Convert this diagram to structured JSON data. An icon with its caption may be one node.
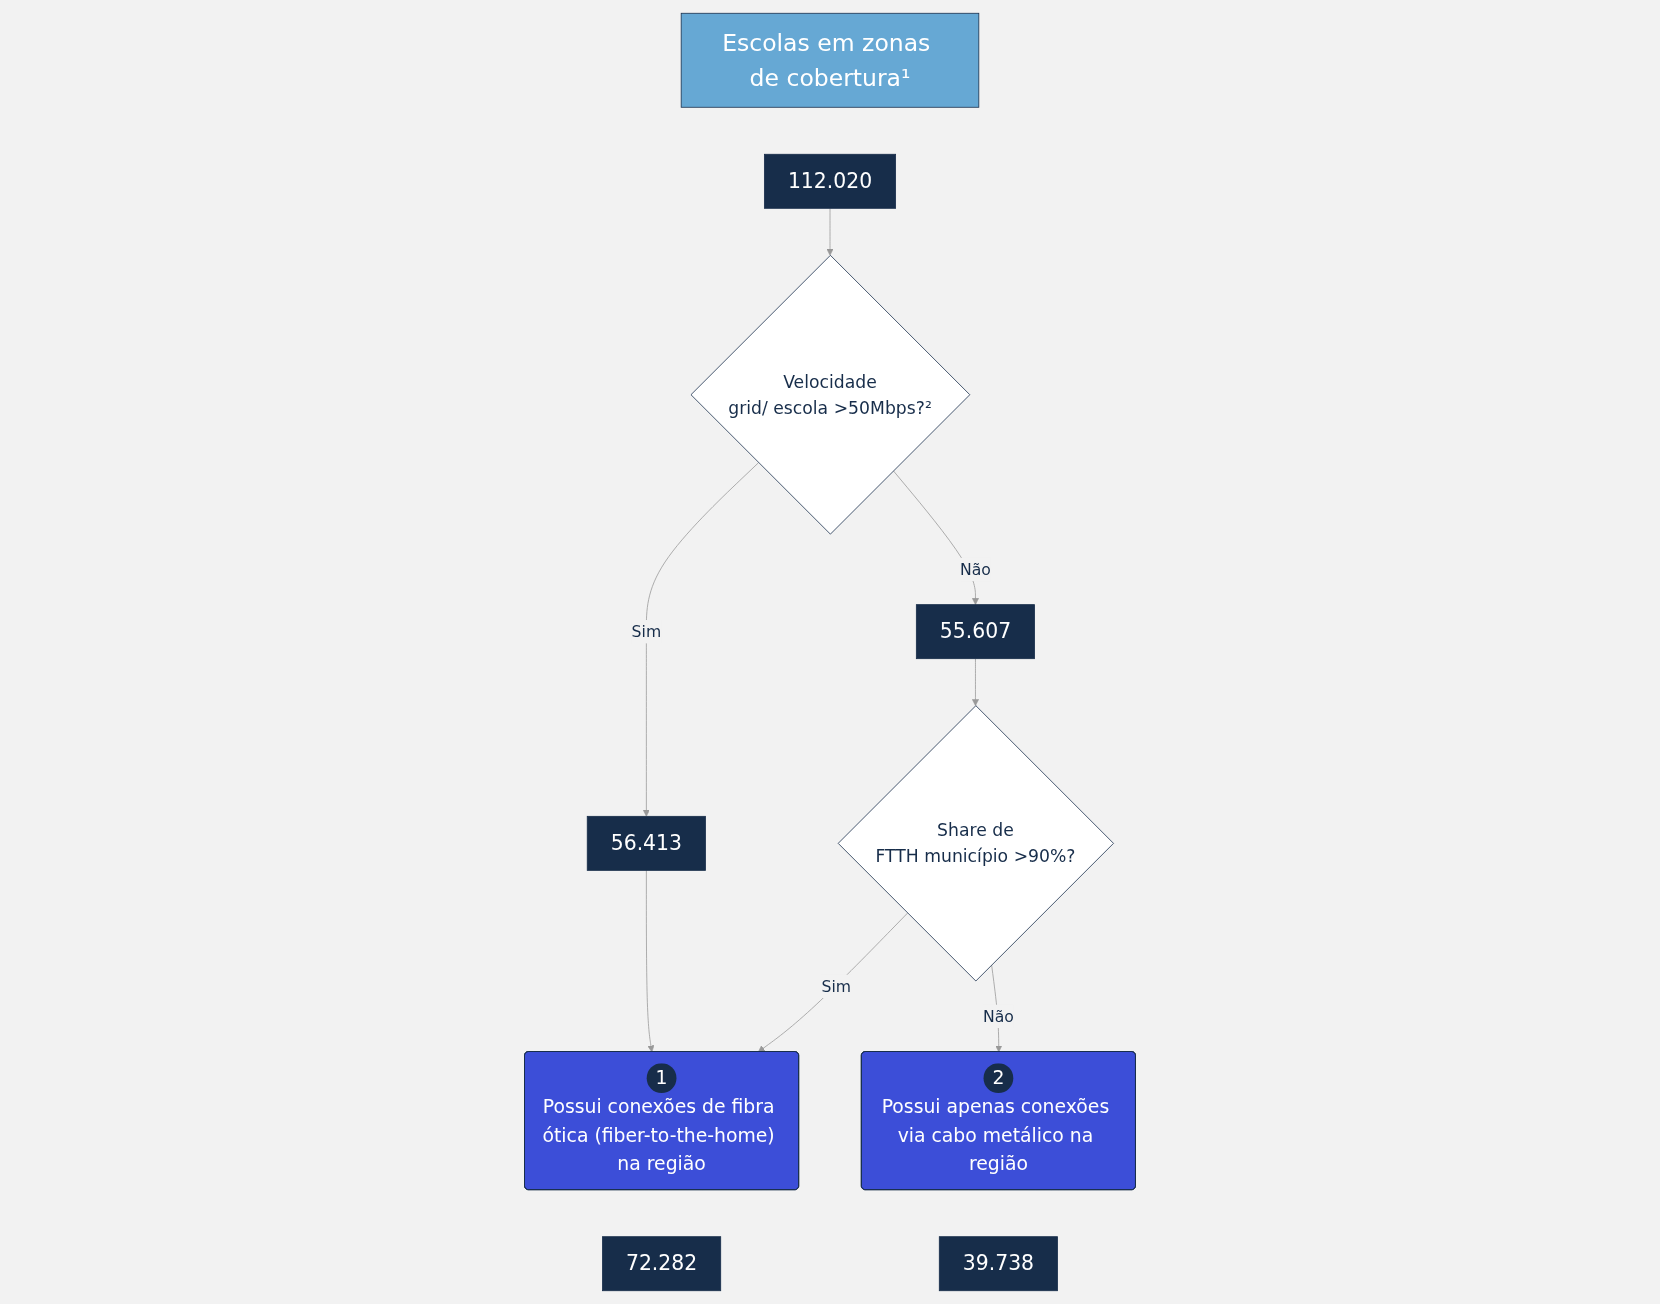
{
  "diagram": {
    "nodes": [
      {
        "text": [
          "Escolas em zonas de cobertura¹"
        ]
      },
      {
        "text": [
          "112.020"
        ]
      },
      {
        "text": [
          "Velocidade",
          "grid/ escola >50Mbps?²"
        ]
      },
      {
        "text": [
          "56.413"
        ]
      },
      {
        "text": [
          "55.607"
        ]
      },
      {
        "text": [
          "Share de",
          "FTTH município >90%?"
        ]
      },
      {
        "text": [
          "1",
          "Possui conexões de fibra ótica (fiber-to-the-home) na região"
        ]
      },
      {
        "text": [
          "72.282"
        ]
      },
      {
        "text": [
          "2",
          "Possui apenas conexões via cabo metálico na região"
        ]
      },
      {
        "text": [
          "39.738"
        ]
      }
    ],
    "edges": [
      {
        "from": 1,
        "to": 2,
        "arrow": "to"
      },
      {
        "from": 2,
        "to": 3,
        "label": "Sim",
        "arrow": "to"
      },
      {
        "from": 2,
        "to": 4,
        "label": "Não",
        "arrow": "to"
      },
      {
        "from": 4,
        "to": 5,
        "arrow": "to"
      },
      {
        "from": 3,
        "to": 6,
        "arrow": "to"
      },
      {
        "from": 5,
        "to": 6,
        "label": "Sim",
        "arrow": "to"
      },
      {
        "from": 5,
        "to": 8,
        "label": "Não",
        "arrow": "to"
      }
    ]
  }
}
